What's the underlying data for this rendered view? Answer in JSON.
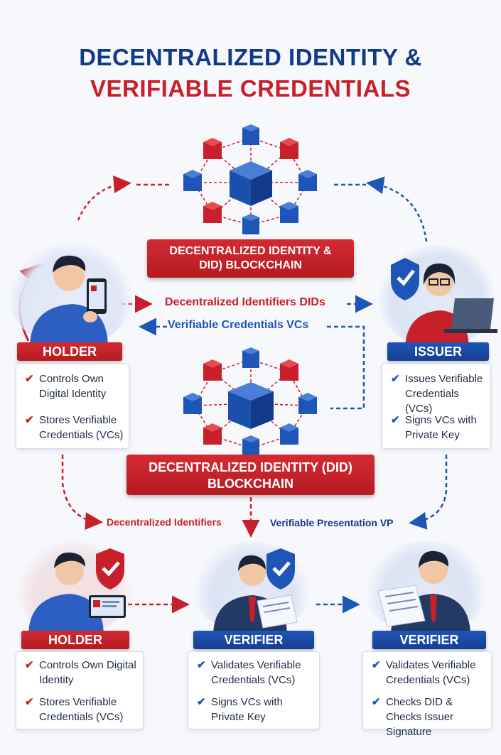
{
  "title": {
    "line1": "DECENTRALIZED IDENTITY &",
    "line2": "VERIFIABLE CREDENTIALS"
  },
  "top_chain": {
    "line1": "DECENTRALIZED IDENTITY &",
    "line2": "DID) BLOCKCHAIN"
  },
  "mid_chain": {
    "line1": "DECENTRALIZED IDENTITY (DID)",
    "line2": "BLOCKCHAIN"
  },
  "flows": {
    "dids": "Decentralized Identifiers DIDs",
    "vcs": "Verifiable Credentials VCs",
    "decentralized_identifiers": "Decentralized Identifiers",
    "vp": "Verifiable Presentation VP"
  },
  "holder_top": {
    "label": "HOLDER",
    "items": [
      "Controls Own Digital Identity",
      "Stores Verifiable Credentials (VCs)"
    ]
  },
  "issuer": {
    "label": "ISSUER",
    "items": [
      "Issues Verifiable Credentials (VCs)",
      "Signs VCs with Private Key"
    ]
  },
  "holder_bottom": {
    "label": "HOLDER",
    "items": [
      "Controls Own Digital Identity",
      "Stores Verifiable Credentials (VCs)"
    ]
  },
  "verifier_1": {
    "label": "VERIFIER",
    "items": [
      "Validates Verifiable Credentials (VCs)",
      "Signs VCs with Private Key"
    ]
  },
  "verifier_2": {
    "label": "VERIFIER",
    "items": [
      "Validates Verifiable Credentials (VCs)",
      "Checks DID & Checks Issuer Signature"
    ]
  },
  "colors": {
    "red": "#c8202a",
    "blue": "#1f55b8",
    "navy": "#123a8a"
  },
  "icons": [
    "blockchain-cube-icon",
    "shield-check-icon",
    "smartphone-icon",
    "laptop-icon",
    "document-icon",
    "checkmark-icon"
  ]
}
